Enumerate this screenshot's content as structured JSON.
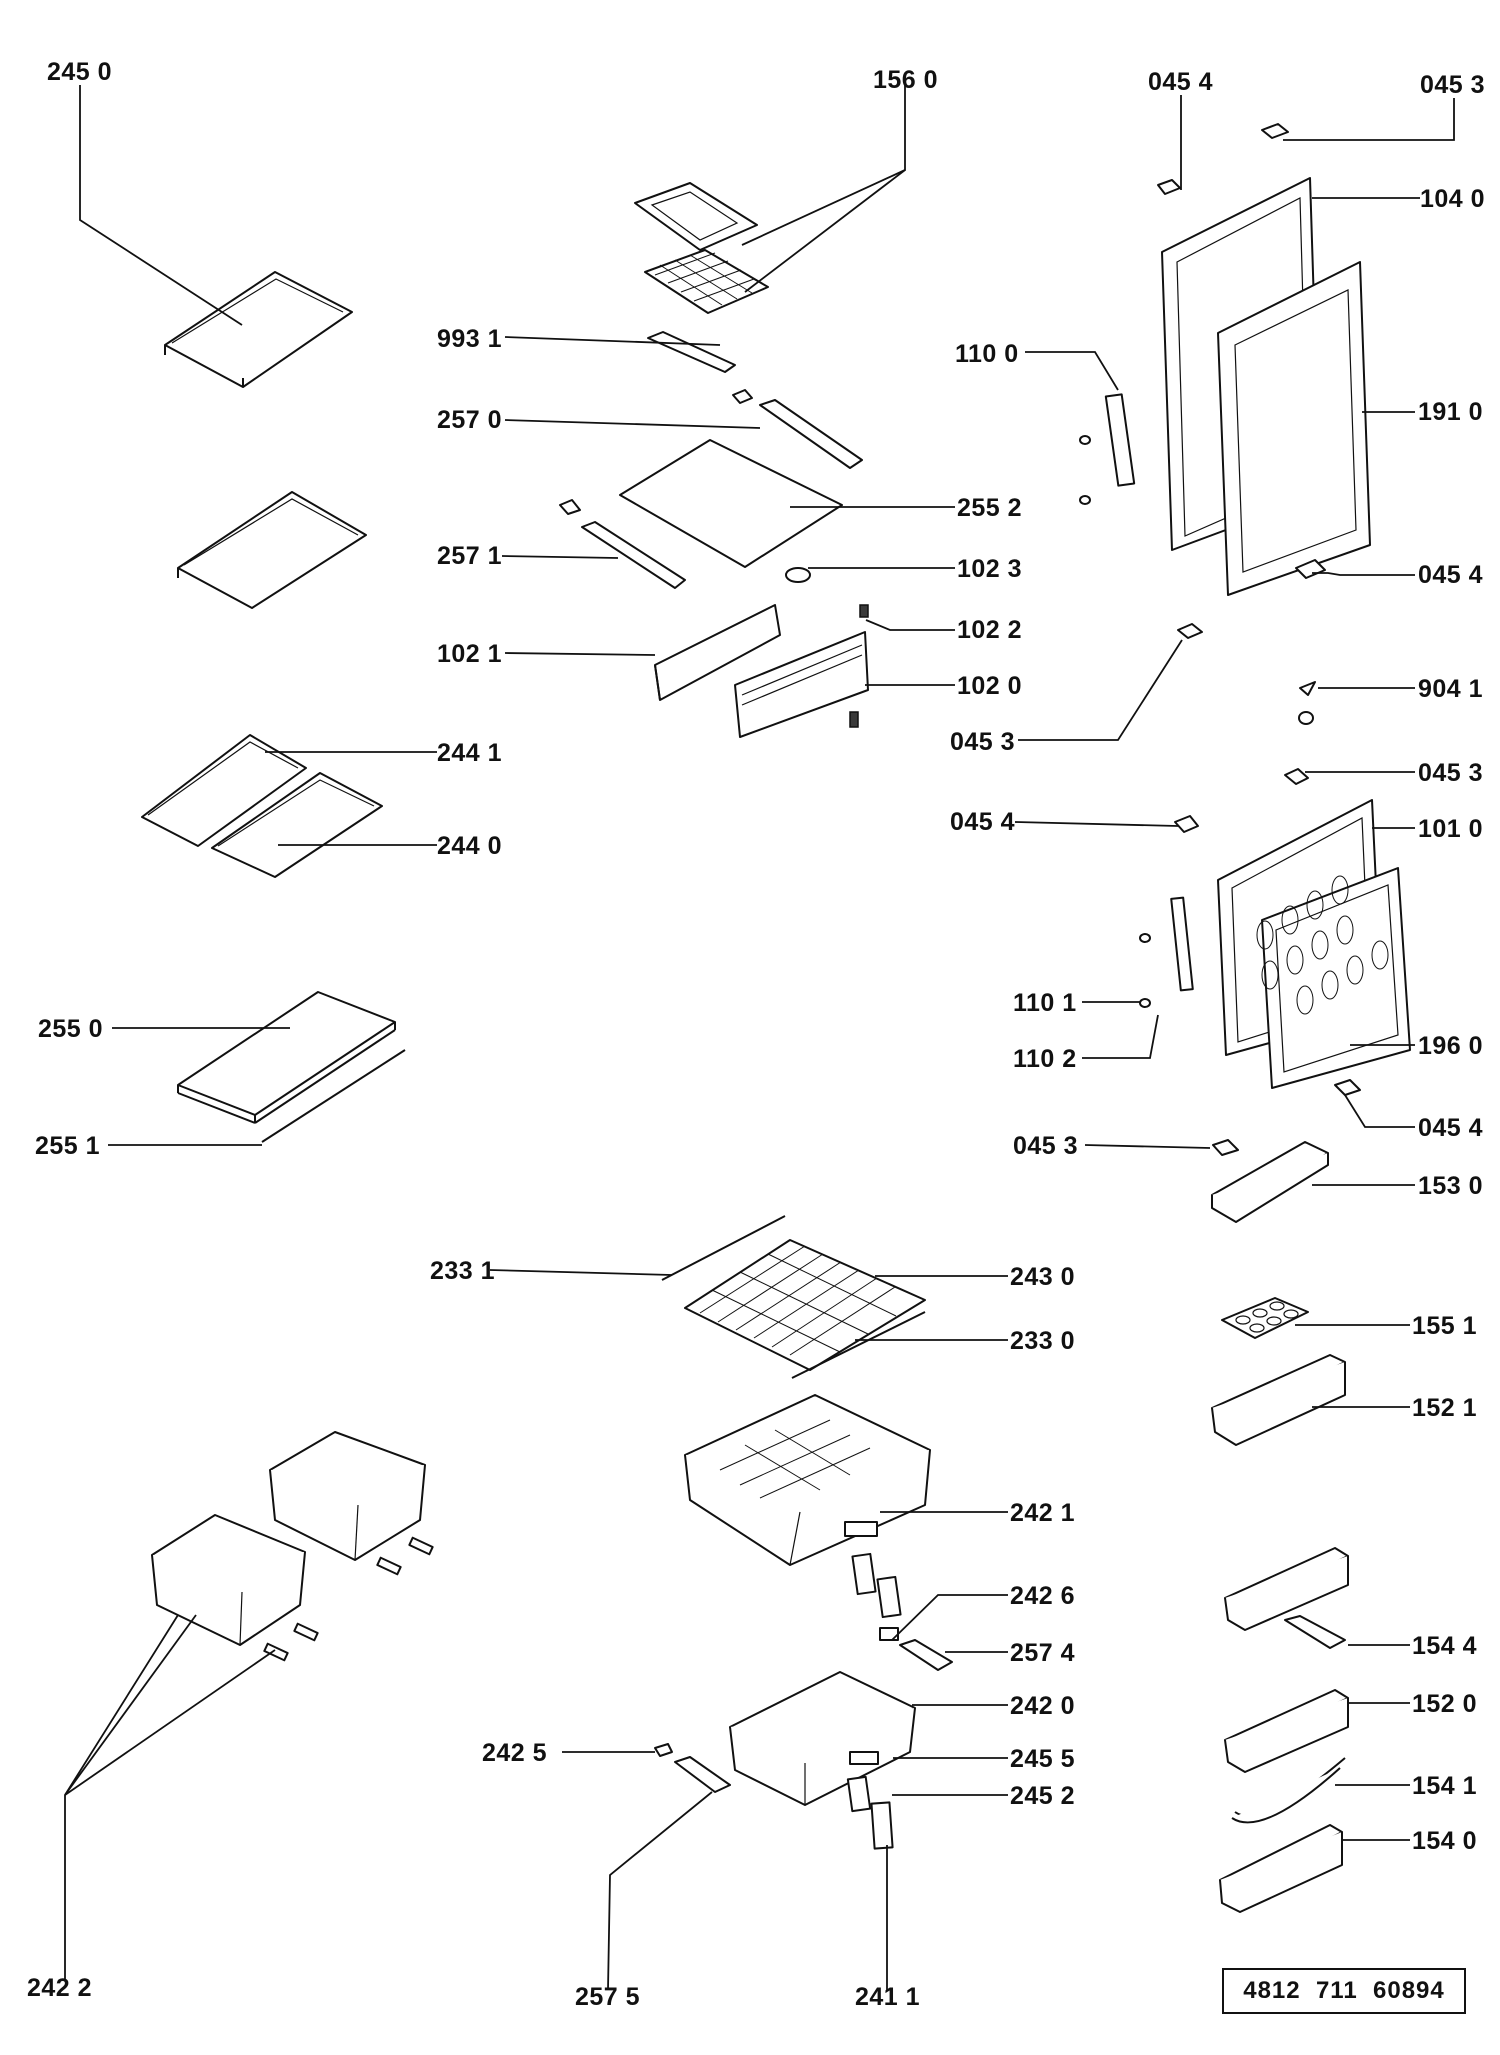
{
  "labels": {
    "p2450": "245 0",
    "p1560": "156 0",
    "p0454_top": "045 4",
    "p0453_top": "045 3",
    "p1040": "104 0",
    "p9931": "993 1",
    "p1100": "110 0",
    "p2570": "257 0",
    "p1910": "191 0",
    "p2552": "255 2",
    "p2571": "257 1",
    "p1023": "102 3",
    "p0454_mid": "045 4",
    "p1021": "102 1",
    "p1022": "102 2",
    "p1020": "102 0",
    "p9041": "904 1",
    "p0453_mid": "045 3",
    "p2441": "244 1",
    "p0453_right": "045 3",
    "p0454_left": "045 4",
    "p1010": "101 0",
    "p2440": "244 0",
    "p1101": "110 1",
    "p1102": "110 2",
    "p1960": "196 0",
    "p2550": "255 0",
    "p0454_low": "045 4",
    "p2551": "255 1",
    "p0453_low": "045 3",
    "p1530": "153 0",
    "p2331": "233 1",
    "p2430": "243 0",
    "p2330": "233 0",
    "p1551": "155 1",
    "p1521": "152 1",
    "p2421": "242 1",
    "p2426": "242 6",
    "p2574": "257 4",
    "p1544": "154 4",
    "p2420": "242 0",
    "p1520": "152 0",
    "p2425": "242 5",
    "p2455": "245 5",
    "p1541": "154 1",
    "p2452": "245 2",
    "p1540": "154 0",
    "p2422": "242 2",
    "p2575": "257 5",
    "p2411": "241 1"
  },
  "document_number": "4812  711  60894"
}
